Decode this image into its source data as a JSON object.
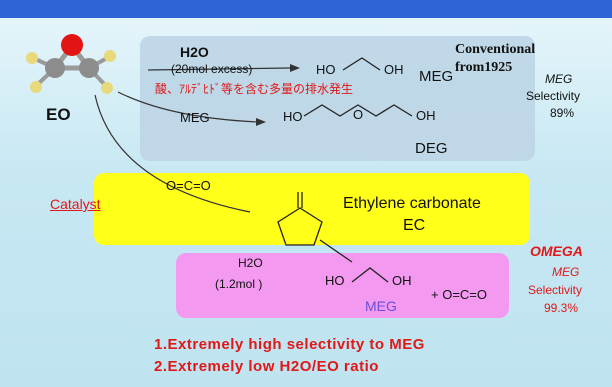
{
  "molecule_label": "EO",
  "h2o_label": "H2O",
  "h2o_excess": "(20mol excess)",
  "wastewater_note": "酸、ｱﾙﾃﾞﾋﾄﾞ等を含む多量の排水発生",
  "meg_arrow_label": "MEG",
  "product_meg": "MEG",
  "product_deg": "DEG",
  "ho_label": "HO",
  "oh_label": "OH",
  "o_label": "O",
  "conventional_title": "Conventional",
  "conventional_year": "from1925",
  "conv_selectivity_label_1": "MEG",
  "conv_selectivity_label_2": "Selectivity",
  "conv_selectivity_value": "89%",
  "catalyst_label": "Catalyst",
  "co2_label": "O=C=O",
  "ec_name": "Ethylene carbonate",
  "ec_abbrev": "EC",
  "omega_label": "OMEGA",
  "h2o_small": "H2O",
  "h2o_ratio": "(1.2mol )",
  "plus_co2": "+ O=C=O",
  "product_meg_2": "MEG",
  "omega_selectivity_label_1": "MEG",
  "omega_selectivity_label_2": "Selectivity",
  "omega_selectivity_value": "99.3%",
  "benefit_1": "1.Extremely high selectivity to MEG",
  "benefit_2": "2.Extremely low H2O/EO ratio",
  "colors": {
    "banner": "#2f64d6",
    "yellow_box": "#ffff1a",
    "pink_box": "#f39af0",
    "blue_box": "#bed6e6",
    "accent_red": "#e01818"
  }
}
